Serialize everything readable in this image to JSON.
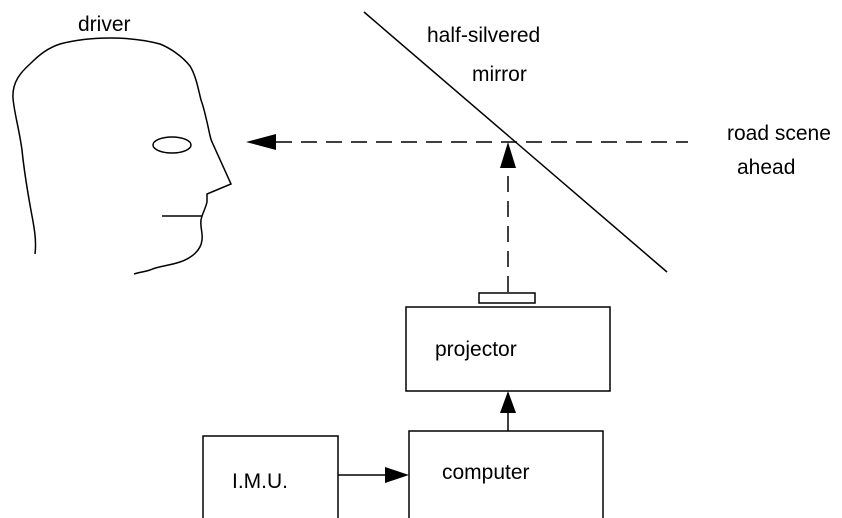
{
  "labels": {
    "driver": "driver",
    "mirror_line1": "half-silvered",
    "mirror_line2": "mirror",
    "road_line1": "road scene",
    "road_line2": "ahead",
    "projector": "projector",
    "computer": "computer",
    "imu": "I.M.U."
  },
  "icons": {
    "head": "driver-head-profile-icon",
    "mirror": "half-silvered-mirror-line"
  },
  "colors": {
    "ink": "#000000",
    "background": "#ffffff"
  }
}
